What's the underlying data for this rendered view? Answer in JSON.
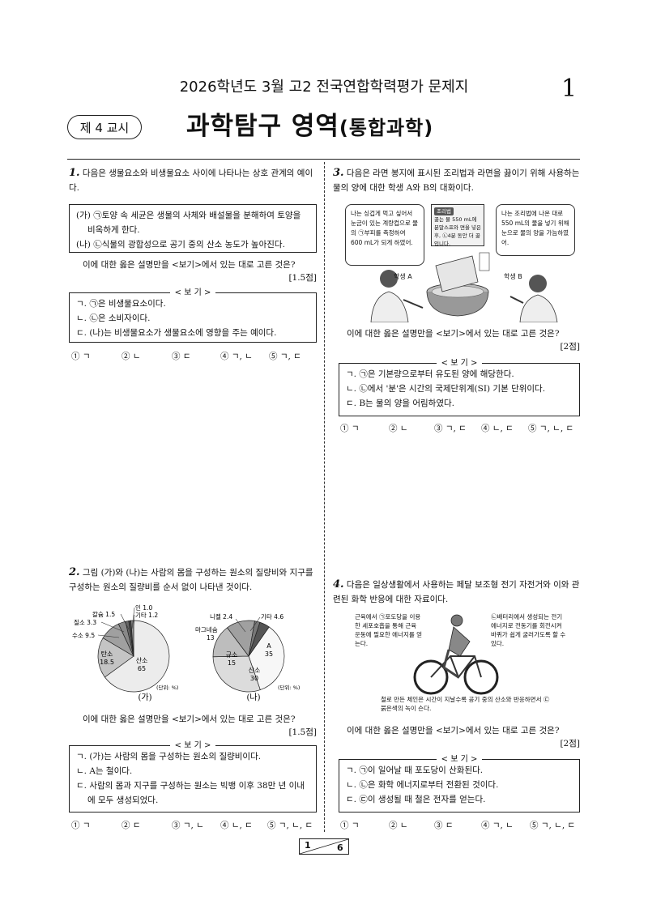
{
  "header": {
    "title": "2026학년도 3월 고2 전국연합학력평가 문제지",
    "page": "1",
    "period": "제 4 교시",
    "subject": "과학탐구 영역",
    "subject_paren": "(통합과학)"
  },
  "q1": {
    "num": "1.",
    "stem": "다음은 생물요소와 비생물요소 사이에 나타나는 상호 관계의 예이다.",
    "ga": "(가) ㉠토양 속 세균은 생물의 사체와 배설물을 분해하여 토양을 비옥하게 한다.",
    "na": "(나) ㉡식물의 광합성으로 공기 중의 산소 농도가 높아진다.",
    "ask": "이에 대한 옳은 설명만을 <보기>에서 있는 대로 고른 것은?",
    "points": "[1.5점]",
    "bogi_title": "< 보 기 >",
    "bogi": [
      "ㄱ. ㉠은 비생물요소이다.",
      "ㄴ. ㉡은 소비자이다.",
      "ㄷ. (나)는 비생물요소가 생물요소에 영향을 주는 예이다."
    ],
    "choices": [
      "① ㄱ",
      "② ㄴ",
      "③ ㄷ",
      "④ ㄱ, ㄴ",
      "⑤ ㄱ, ㄷ"
    ]
  },
  "q2": {
    "num": "2.",
    "stem": "그림 (가)와 (나)는 사람의 몸을 구성하는 원소의 질량비와 지구를 구성하는 원소의 질량비를 순서 없이 나타낸 것이다.",
    "unit": "(단위: %)",
    "labels_ga": [
      "산소",
      "65",
      "탄소",
      "18.5",
      "수소 9.5",
      "질소 3.3",
      "칼슘 1.5",
      "인 1.0",
      "기타 1.2"
    ],
    "labels_na": [
      "A",
      "35",
      "산소",
      "30",
      "규소",
      "15",
      "마그네슘",
      "13",
      "니켈 2.4",
      "기타 4.6"
    ],
    "cap_ga": "(가)",
    "cap_na": "(나)",
    "ask": "이에 대한 옳은 설명만을 <보기>에서 있는 대로 고른 것은?",
    "points": "[1.5점]",
    "bogi_title": "< 보 기 >",
    "bogi": [
      "ㄱ. (가)는 사람의 몸을 구성하는 원소의 질량비이다.",
      "ㄴ. A는 철이다.",
      "ㄷ. 사람의 몸과 지구를 구성하는 원소는 빅뱅 이후 38만 년 이내에 모두 생성되었다."
    ],
    "choices": [
      "① ㄱ",
      "② ㄷ",
      "③ ㄱ, ㄴ",
      "④ ㄴ, ㄷ",
      "⑤ ㄱ, ㄴ, ㄷ"
    ]
  },
  "q3": {
    "num": "3.",
    "stem": "다음은 라면 봉지에 표시된 조리법과 라면을 끓이기 위해 사용하는 물의 양에 대한 학생 A와 B의 대화이다.",
    "speech_a": "나는 싱겁게 먹고 싶어서 눈금이 있는 계량컵으로 물의 ㉠부피를 측정하여 600 mL가 되게 하였어.",
    "recipe_title": "조리법",
    "recipe": "끓는 물 550 mL에 분말스프와 면을 넣은 후, ㉡4분 동안 더 끓입니다.",
    "speech_b": "나는 조리법에 나온 대로 550 mL의 물을 넣기 위해 눈으로 물의 양을 가늠하였어.",
    "student_a": "학생 A",
    "student_b": "학생 B",
    "ask": "이에 대한 옳은 설명만을 <보기>에서 있는 대로 고른 것은?",
    "points": "[2점]",
    "bogi_title": "< 보 기 >",
    "bogi": [
      "ㄱ. ㉠은 기본량으로부터 유도된 양에 해당한다.",
      "ㄴ. ㉡에서 '분'은 시간의 국제단위계(SI) 기본 단위이다.",
      "ㄷ. B는 물의 양을 어림하였다."
    ],
    "choices": [
      "① ㄱ",
      "② ㄴ",
      "③ ㄱ, ㄷ",
      "④ ㄴ, ㄷ",
      "⑤ ㄱ, ㄴ, ㄷ"
    ]
  },
  "q4": {
    "num": "4.",
    "stem": "다음은 일상생활에서 사용하는 페달 보조형 전기 자전거와 이와 관련된 화학 반응에 대한 자료이다.",
    "left_text": "근육에서 ㉠포도당을 이용한 세포호흡을 통해 근육 운동에 필요한 에너지를 얻는다.",
    "right_text": "㉡배터리에서 생성되는 전기 에너지로 전동기를 회전시켜 바퀴가 쉽게 굴러가도록 할 수 있다.",
    "bottom_text": "철로 만든 체인은 시간이 지날수록 공기 중의 산소와 반응하면서 ㉢붉은색의 녹이 슨다.",
    "ask": "이에 대한 옳은 설명만을 <보기>에서 있는 대로 고른 것은?",
    "points": "[2점]",
    "bogi_title": "< 보 기 >",
    "bogi": [
      "ㄱ. ㉠이 일어날 때 포도당이 산화된다.",
      "ㄴ. ㉡은 화학 에너지로부터 전환된 것이다.",
      "ㄷ. ㉢이 생성될 때 철은 전자를 얻는다."
    ],
    "choices": [
      "① ㄱ",
      "② ㄴ",
      "③ ㄷ",
      "④ ㄱ, ㄴ",
      "⑤ ㄱ, ㄴ, ㄷ"
    ]
  },
  "footer": {
    "page": "1",
    "total": "6"
  },
  "chart_data": [
    {
      "type": "pie",
      "title": "(가)",
      "categories": [
        "산소",
        "탄소",
        "수소",
        "질소",
        "칼슘",
        "인",
        "기타"
      ],
      "values": [
        65,
        18.5,
        9.5,
        3.3,
        1.5,
        1.0,
        1.2
      ]
    },
    {
      "type": "pie",
      "title": "(나)",
      "categories": [
        "A",
        "산소",
        "규소",
        "마그네슘",
        "니켈",
        "기타"
      ],
      "values": [
        35,
        30,
        15,
        13,
        2.4,
        4.6
      ]
    }
  ]
}
